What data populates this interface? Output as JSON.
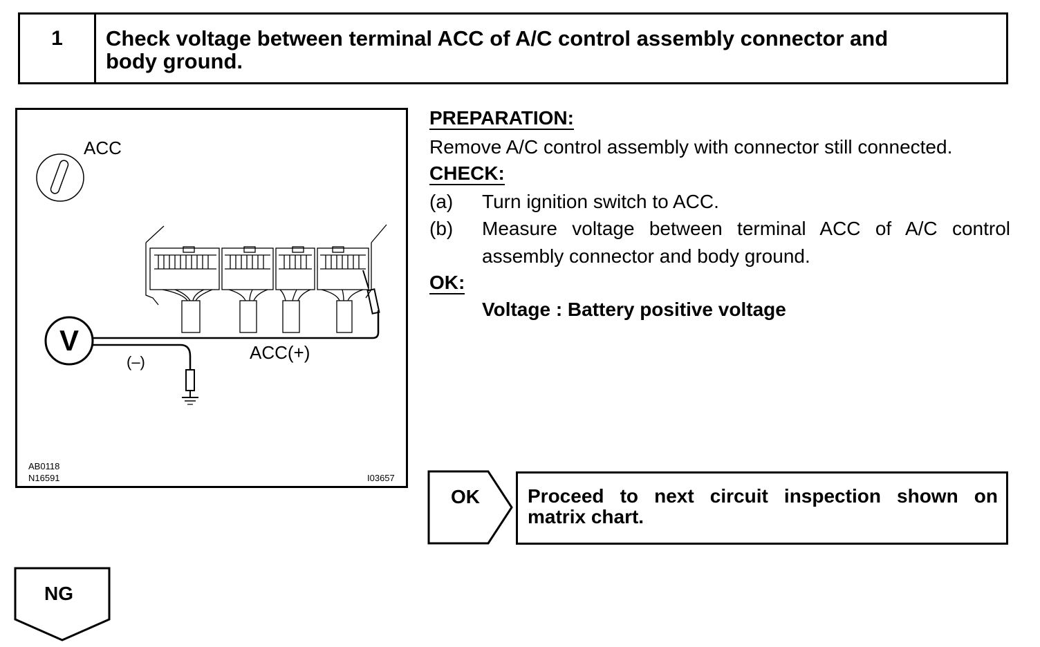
{
  "step": {
    "number": "1",
    "title_line1": "Check voltage between terminal ACC of A/C control assembly connector and",
    "title_line2": "body ground."
  },
  "figure": {
    "switch_label": "ACC",
    "meter_symbol": "V",
    "negative_label": "(–)",
    "positive_label": "ACC(+)",
    "code_1": "AB0118",
    "code_2": "N16591",
    "code_3": "I03657"
  },
  "preparation": {
    "heading": "PREPARATION:",
    "text": "Remove A/C control assembly with connector still connected."
  },
  "check": {
    "heading": "CHECK:",
    "items": [
      {
        "marker": "(a)",
        "line1": "Turn ignition switch to ACC.",
        "line2": ""
      },
      {
        "marker": "(b)",
        "line1": "Measure voltage between terminal ACC of A/C control",
        "line2": "assembly connector and body ground."
      }
    ]
  },
  "ok": {
    "heading": "OK:",
    "spec": "Voltage : Battery positive voltage"
  },
  "branch_ok": {
    "label": "OK",
    "result_line1": "Proceed to next circuit inspection shown on",
    "result_line2": "matrix chart."
  },
  "branch_ng": {
    "label": "NG"
  }
}
